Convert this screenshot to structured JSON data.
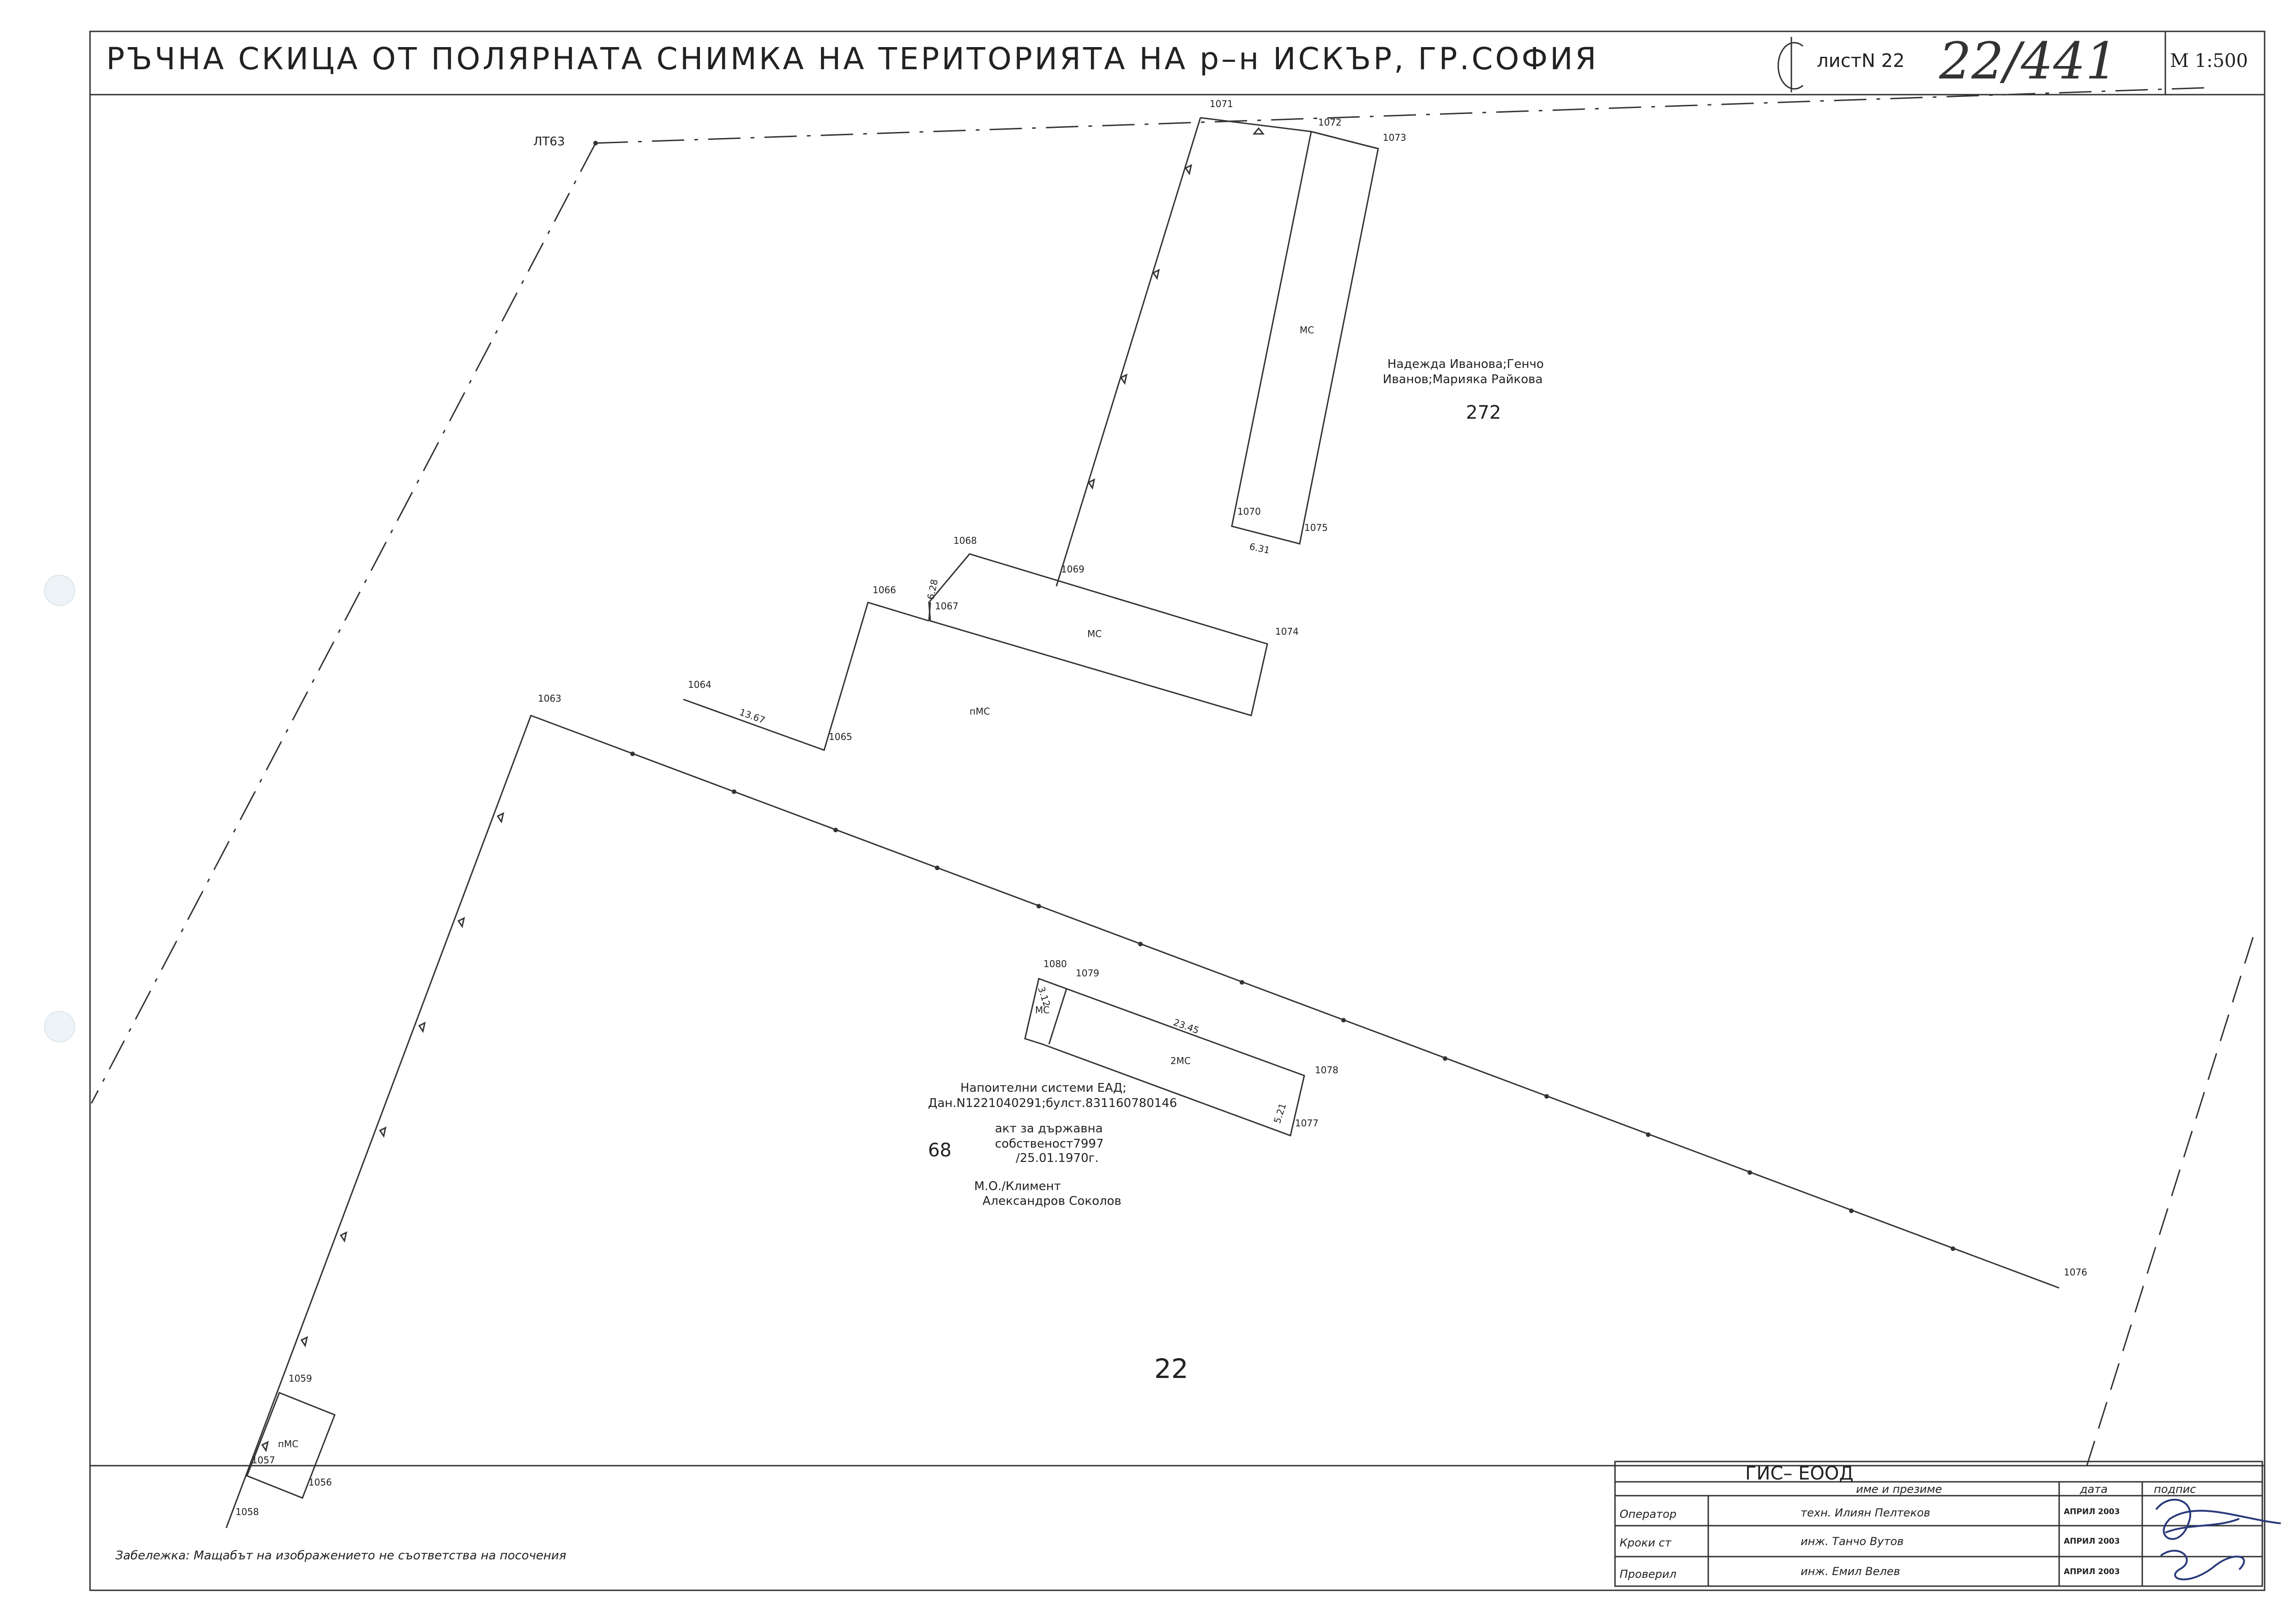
{
  "header": {
    "title": "РЪЧНА СКИЦА ОТ ПОЛЯРНАТА СНИМКА НА ТЕРИТОРИЯТА НА р–н ИСКЪР, ГР.СОФИЯ",
    "sheet_label": "листN 22",
    "handwritten_number": "22/441",
    "scale": "М 1:500"
  },
  "points": {
    "lt63": "ЛТ63",
    "p1056": "1056",
    "p1057": "1057",
    "p1058": "1058",
    "p1059": "1059",
    "p1063": "1063",
    "p1064": "1064",
    "p1065": "1065",
    "p1066": "1066",
    "p1067": "1067",
    "p1068": "1068",
    "p1069": "1069",
    "p1070": "1070",
    "p1071": "1071",
    "p1072": "1072",
    "p1073": "1073",
    "p1074": "1074",
    "p1075": "1075",
    "p1076": "1076",
    "p1077": "1077",
    "p1078": "1078",
    "p1079": "1079",
    "p1080": "1080"
  },
  "dimensions": {
    "d1": "6.31",
    "d2": "6.28",
    "d3": "13.67",
    "d4": "3.12",
    "d5": "23.45",
    "d6": "5.21"
  },
  "buildings": {
    "ms_north": "МС",
    "ms_middle": "МС",
    "pms_middle": "пМС",
    "ms_south": "МС",
    "twoms_south": "2МС",
    "pms_southwest": "пМС"
  },
  "parcels": {
    "p272_owners_line1": "Надежда Иванова;Генчо",
    "p272_owners_line2": "Иванов;Марияка Райкова",
    "p272_number": "272",
    "p68_line1": "Напоителни системи ЕАД;",
    "p68_line2": "Дан.N1221040291;булст.831160780146",
    "p68_line3": "акт за държавна",
    "p68_line4": "собственост7997",
    "p68_line5": "/25.01.1970г.",
    "p68_line6": "М.О./Климент",
    "p68_line7": "Александров Соколов",
    "p68_number": "68",
    "p22_number": "22"
  },
  "footer": {
    "note": "Забележка: Мащабът на изображението не съответства на посочения",
    "company": "ГИС– ЕООД",
    "col_name": "име и презиме",
    "col_date": "дата",
    "col_sign": "подпис",
    "rows": [
      {
        "role": "Оператор",
        "name": "техн. Илиян Пелтеков",
        "date": "АПРИЛ 2003"
      },
      {
        "role": "Кроки ст",
        "name": "инж. Танчо Вутов",
        "date": "АПРИЛ 2003"
      },
      {
        "role": "Проверил",
        "name": "инж. Емил Велев",
        "date": "АПРИЛ 2003"
      }
    ]
  },
  "icons": {
    "logo": "gis-logo-icon",
    "signature": "signature-scribble"
  }
}
